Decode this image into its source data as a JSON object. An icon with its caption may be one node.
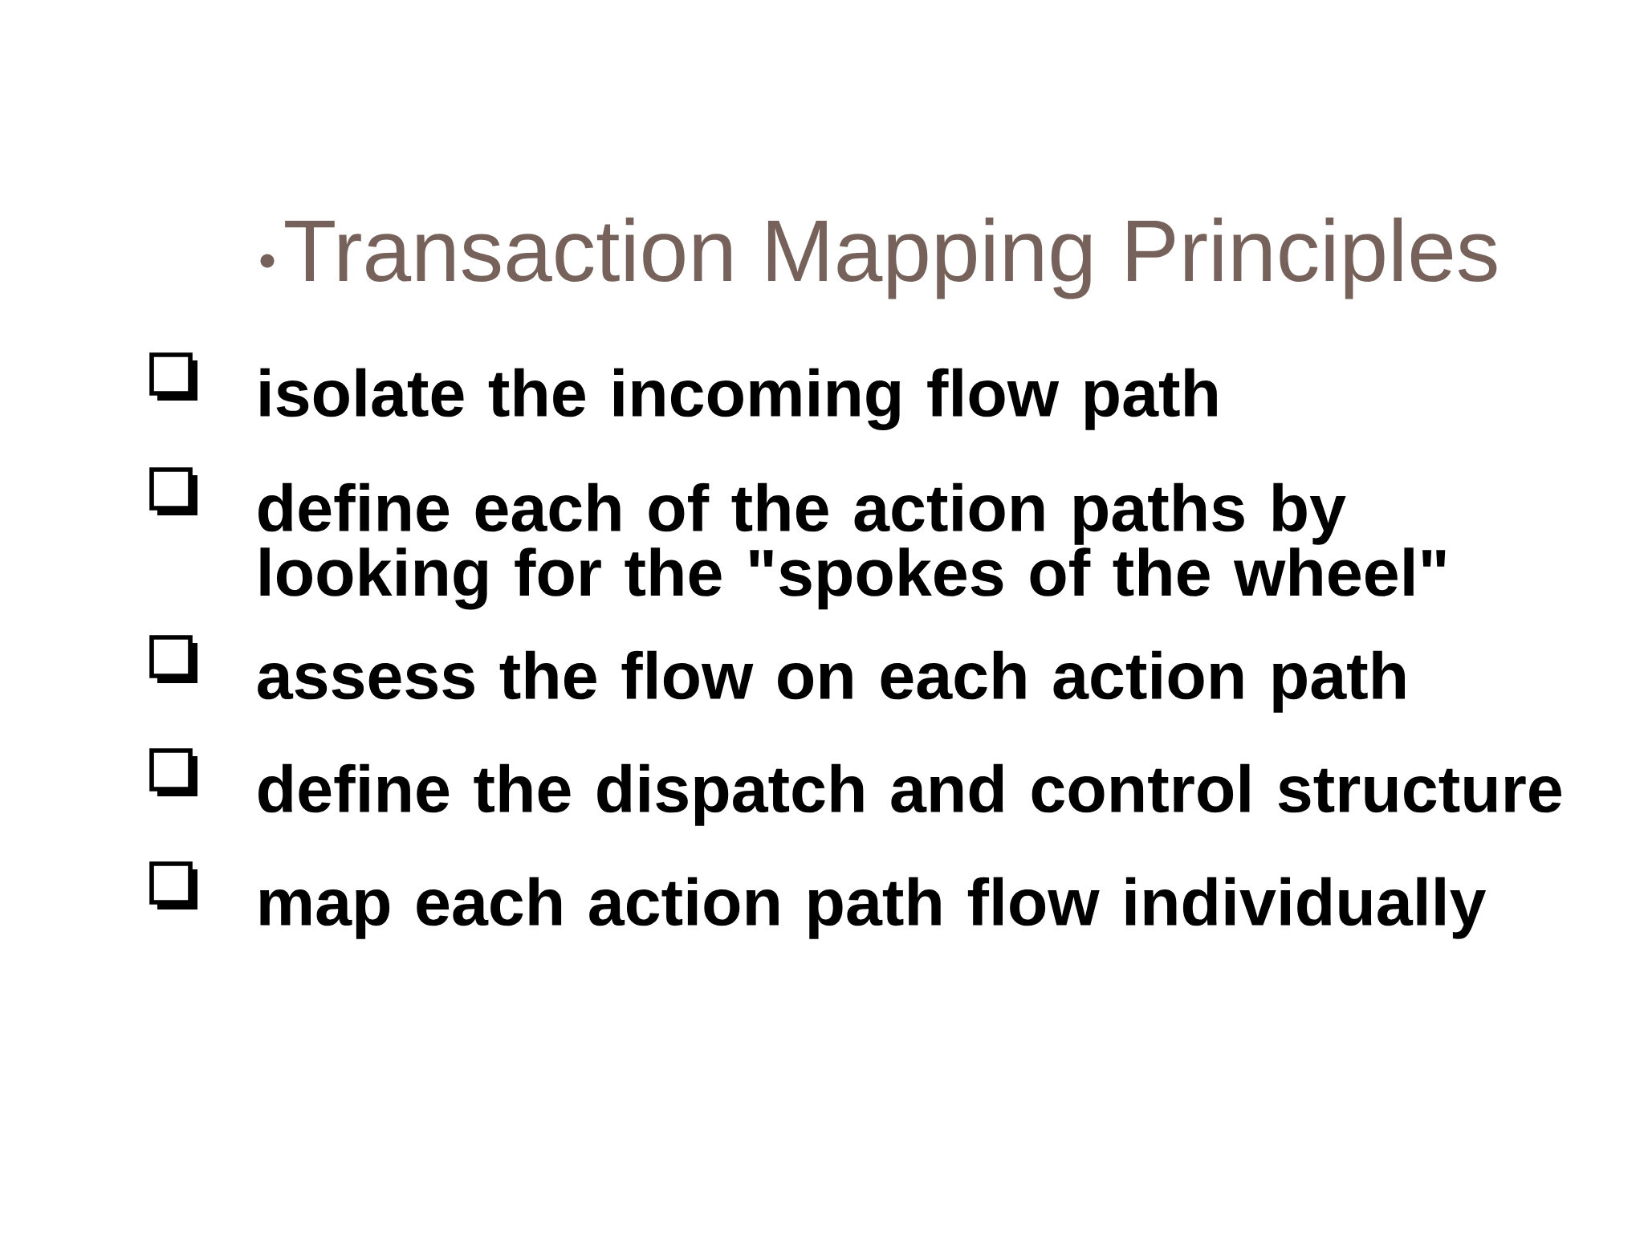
{
  "diagram": {
    "title": "Transaction Mapping Principles",
    "labels": [
      "isolate the incoming flow path",
      "define each of the action paths by looking for the \"spokes of the wheel\"",
      "assess the flow on each action path",
      "define the dispatch and control structure",
      "map each action path flow individually"
    ]
  }
}
